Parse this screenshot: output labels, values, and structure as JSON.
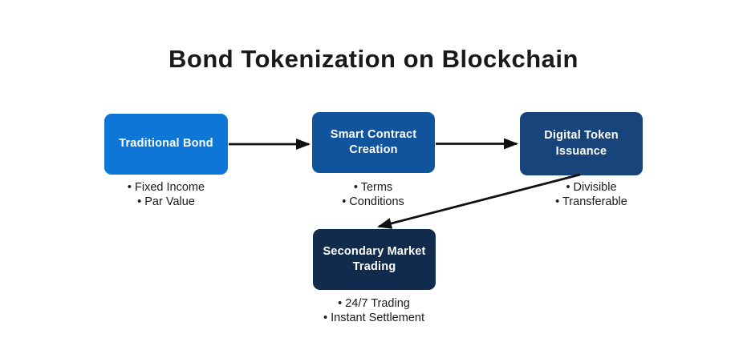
{
  "title": "Bond Tokenization on Blockchain",
  "bullet_char": "•",
  "colors": {
    "node_traditional_bond": "#0E76D7",
    "node_smart_contract": "#10549E",
    "node_digital_token": "#17457B",
    "node_secondary_market": "#102B4B",
    "node_text": "#FFFFFF",
    "body_text": "#1B1B1B",
    "arrow": "#111111",
    "background": "#FFFFFF"
  },
  "nodes": [
    {
      "label": "Traditional Bond",
      "color": "#0E76D7",
      "bullets": [
        "Fixed Income",
        "Par Value"
      ]
    },
    {
      "label": "Smart Contract Creation",
      "color": "#10549E",
      "bullets": [
        "Terms",
        "Conditions"
      ]
    },
    {
      "label": "Digital Token Issuance",
      "color": "#17457B",
      "bullets": [
        "Divisible",
        "Transferable"
      ]
    },
    {
      "label": "Secondary Market Trading",
      "color": "#102B4B",
      "bullets": [
        "24/7 Trading",
        "Instant Settlement"
      ]
    }
  ]
}
